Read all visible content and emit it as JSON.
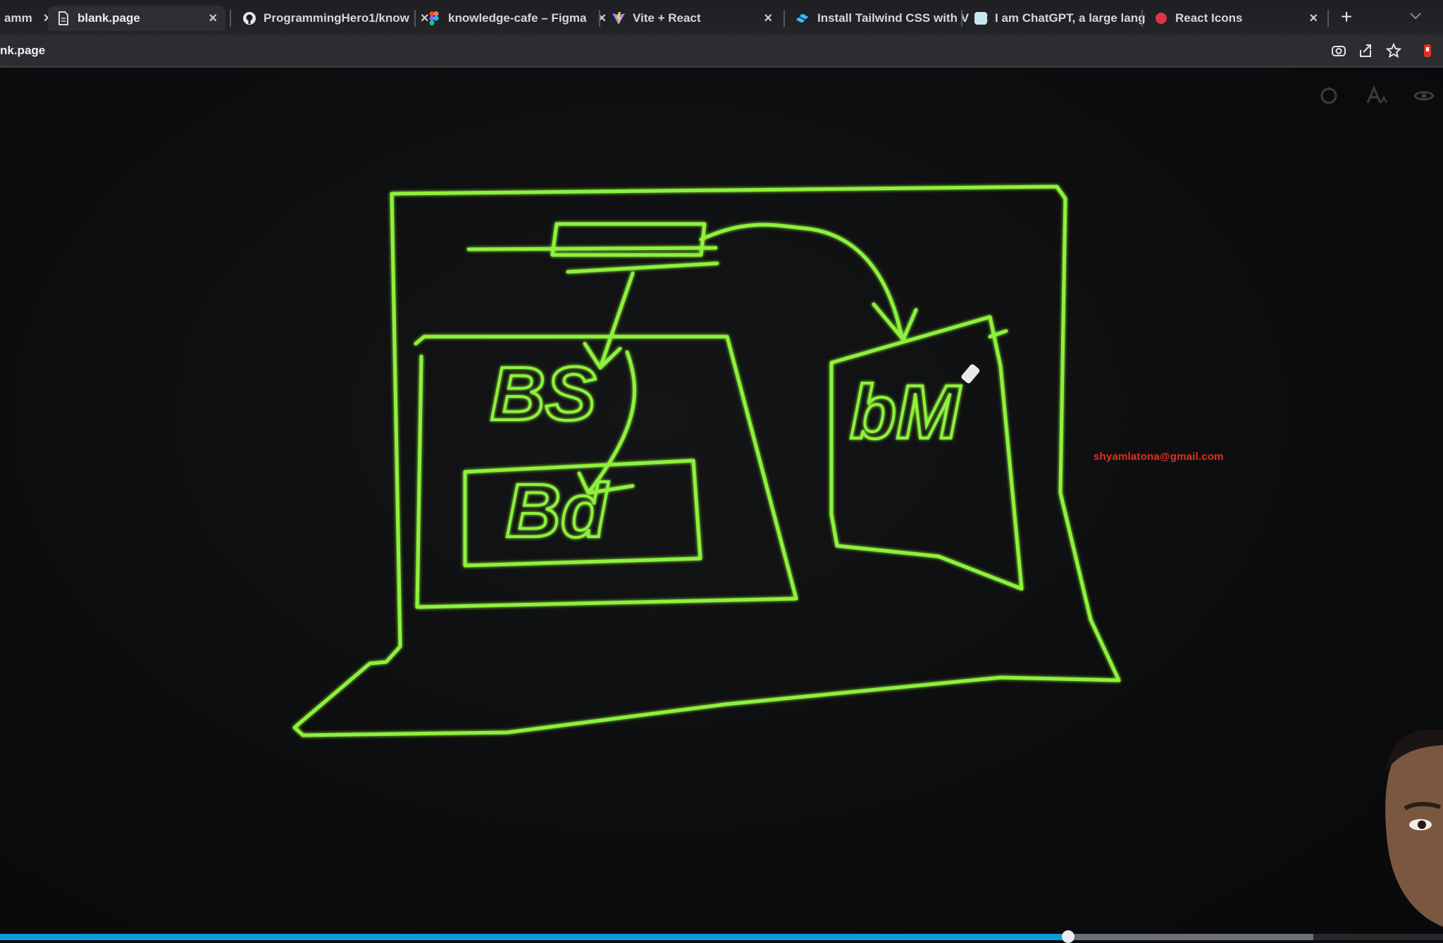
{
  "browser": {
    "tabs": [
      {
        "title": "amm",
        "icon": "generic-tab-icon",
        "active": false
      },
      {
        "title": "blank.page",
        "icon": "page-icon",
        "active": true
      },
      {
        "title": "ProgrammingHero1/know",
        "icon": "github-icon",
        "active": false
      },
      {
        "title": "knowledge-cafe – Figma",
        "icon": "figma-icon",
        "active": false
      },
      {
        "title": "Vite + React",
        "icon": "vite-icon",
        "active": false
      },
      {
        "title": "Install Tailwind CSS with V",
        "icon": "tailwind-icon",
        "active": false
      },
      {
        "title": "I am ChatGPT, a large lang",
        "icon": "chatgpt-icon",
        "active": false
      },
      {
        "title": "React Icons",
        "icon": "react-icons-icon",
        "active": false
      }
    ],
    "new_tab_label": "+",
    "close_glyph": "×",
    "url": "nk.page",
    "toolbar_icons": [
      "google-lens-icon",
      "share-icon",
      "bookmark-star-icon",
      "extension-icon"
    ]
  },
  "canvas": {
    "background": "#0b0c0d",
    "stroke_color": "#8ef23a",
    "tool_icons": [
      "timer-icon",
      "font-size-icon",
      "eye-icon"
    ],
    "drawing_labels": {
      "bs": "BS",
      "bd": "Bd",
      "bm": "bM"
    },
    "overlay_email": "shyamlatona@gmail.com",
    "overlay_email_color": "#e2311d"
  },
  "video": {
    "progress_played_fraction": 0.74,
    "progress_loaded_fraction": 0.91,
    "played_color": "#0f9bd7"
  }
}
